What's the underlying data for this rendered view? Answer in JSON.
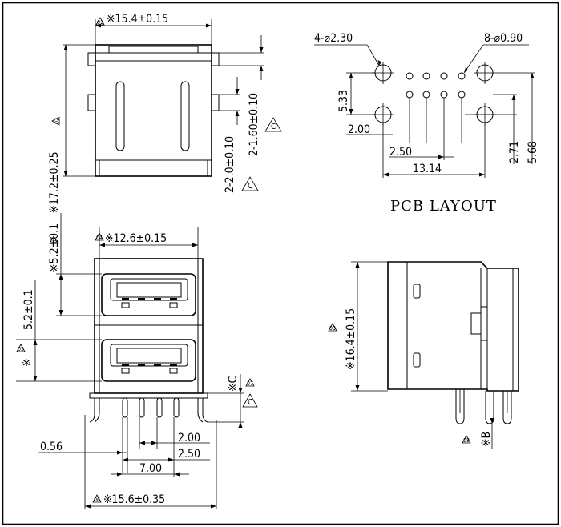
{
  "top_view": {
    "width_dim": "※15.4±0.15",
    "width_tag": "01",
    "height_dim": "※17.2±0.25",
    "height_tag": "02",
    "tab_dim_1": "2-1.60±0.10",
    "tab_dim_2": "2-2.0±0.10",
    "flag_1": "C",
    "flag_2": "C"
  },
  "pcb": {
    "title": "PCB LAYOUT",
    "big_holes": "4-⌀2.30",
    "small_holes": "8-⌀0.90",
    "dims": {
      "d533": "5.33",
      "d200": "2.00",
      "d250": "2.50",
      "d1314": "13.14",
      "d271": "2.71",
      "d568": "5.68"
    }
  },
  "front_view": {
    "upper_pitch": "※5.2±0.1",
    "upper_tag": "03",
    "inner_width": "※12.6±0.15",
    "inner_tag": "04",
    "lower_pitch": "5.2±0.1",
    "lower_tag": "05",
    "star": "※",
    "c_label": "※C",
    "c_tag": "07",
    "c_flag": "C",
    "pin_056": "0.56",
    "pin_200": "2.00",
    "pin_250": "2.50",
    "pin_700": "7.00",
    "overall_width": "※15.6±0.35",
    "overall_tag": "06"
  },
  "side_view": {
    "height_dim": "※16.4±0.15",
    "height_tag": "09",
    "b_label": "※B",
    "b_tag": "08"
  }
}
